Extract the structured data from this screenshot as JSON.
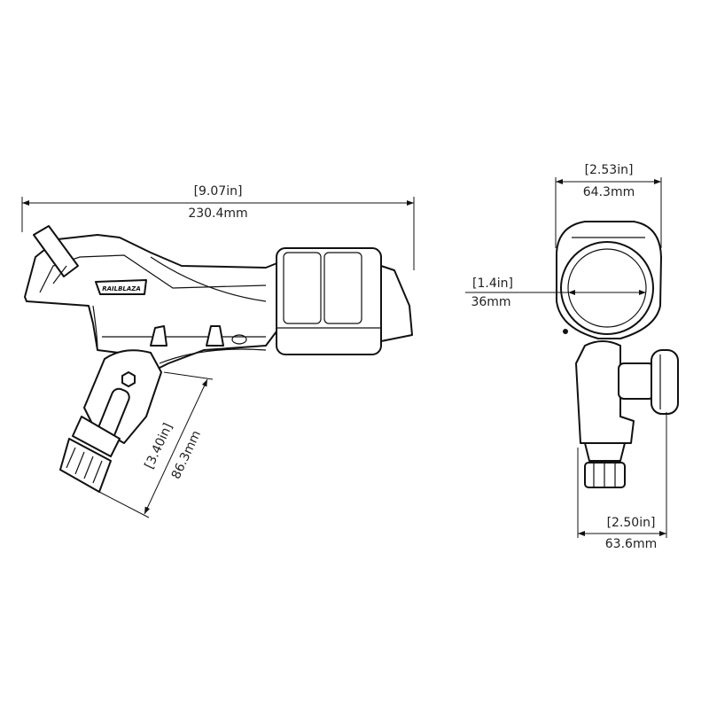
{
  "brand_logo": "RAILBLAZA",
  "dimensions": {
    "overall_length": {
      "in": "[9.07in]",
      "mm": "230.4mm"
    },
    "width_top": {
      "in": "[2.53in]",
      "mm": "64.3mm"
    },
    "tube_diameter": {
      "in": "[1.4in]",
      "mm": "36mm"
    },
    "base_height": {
      "in": "[3.40in]",
      "mm": "86.3mm"
    },
    "width_bottom": {
      "in": "[2.50in]",
      "mm": "63.6mm"
    }
  }
}
